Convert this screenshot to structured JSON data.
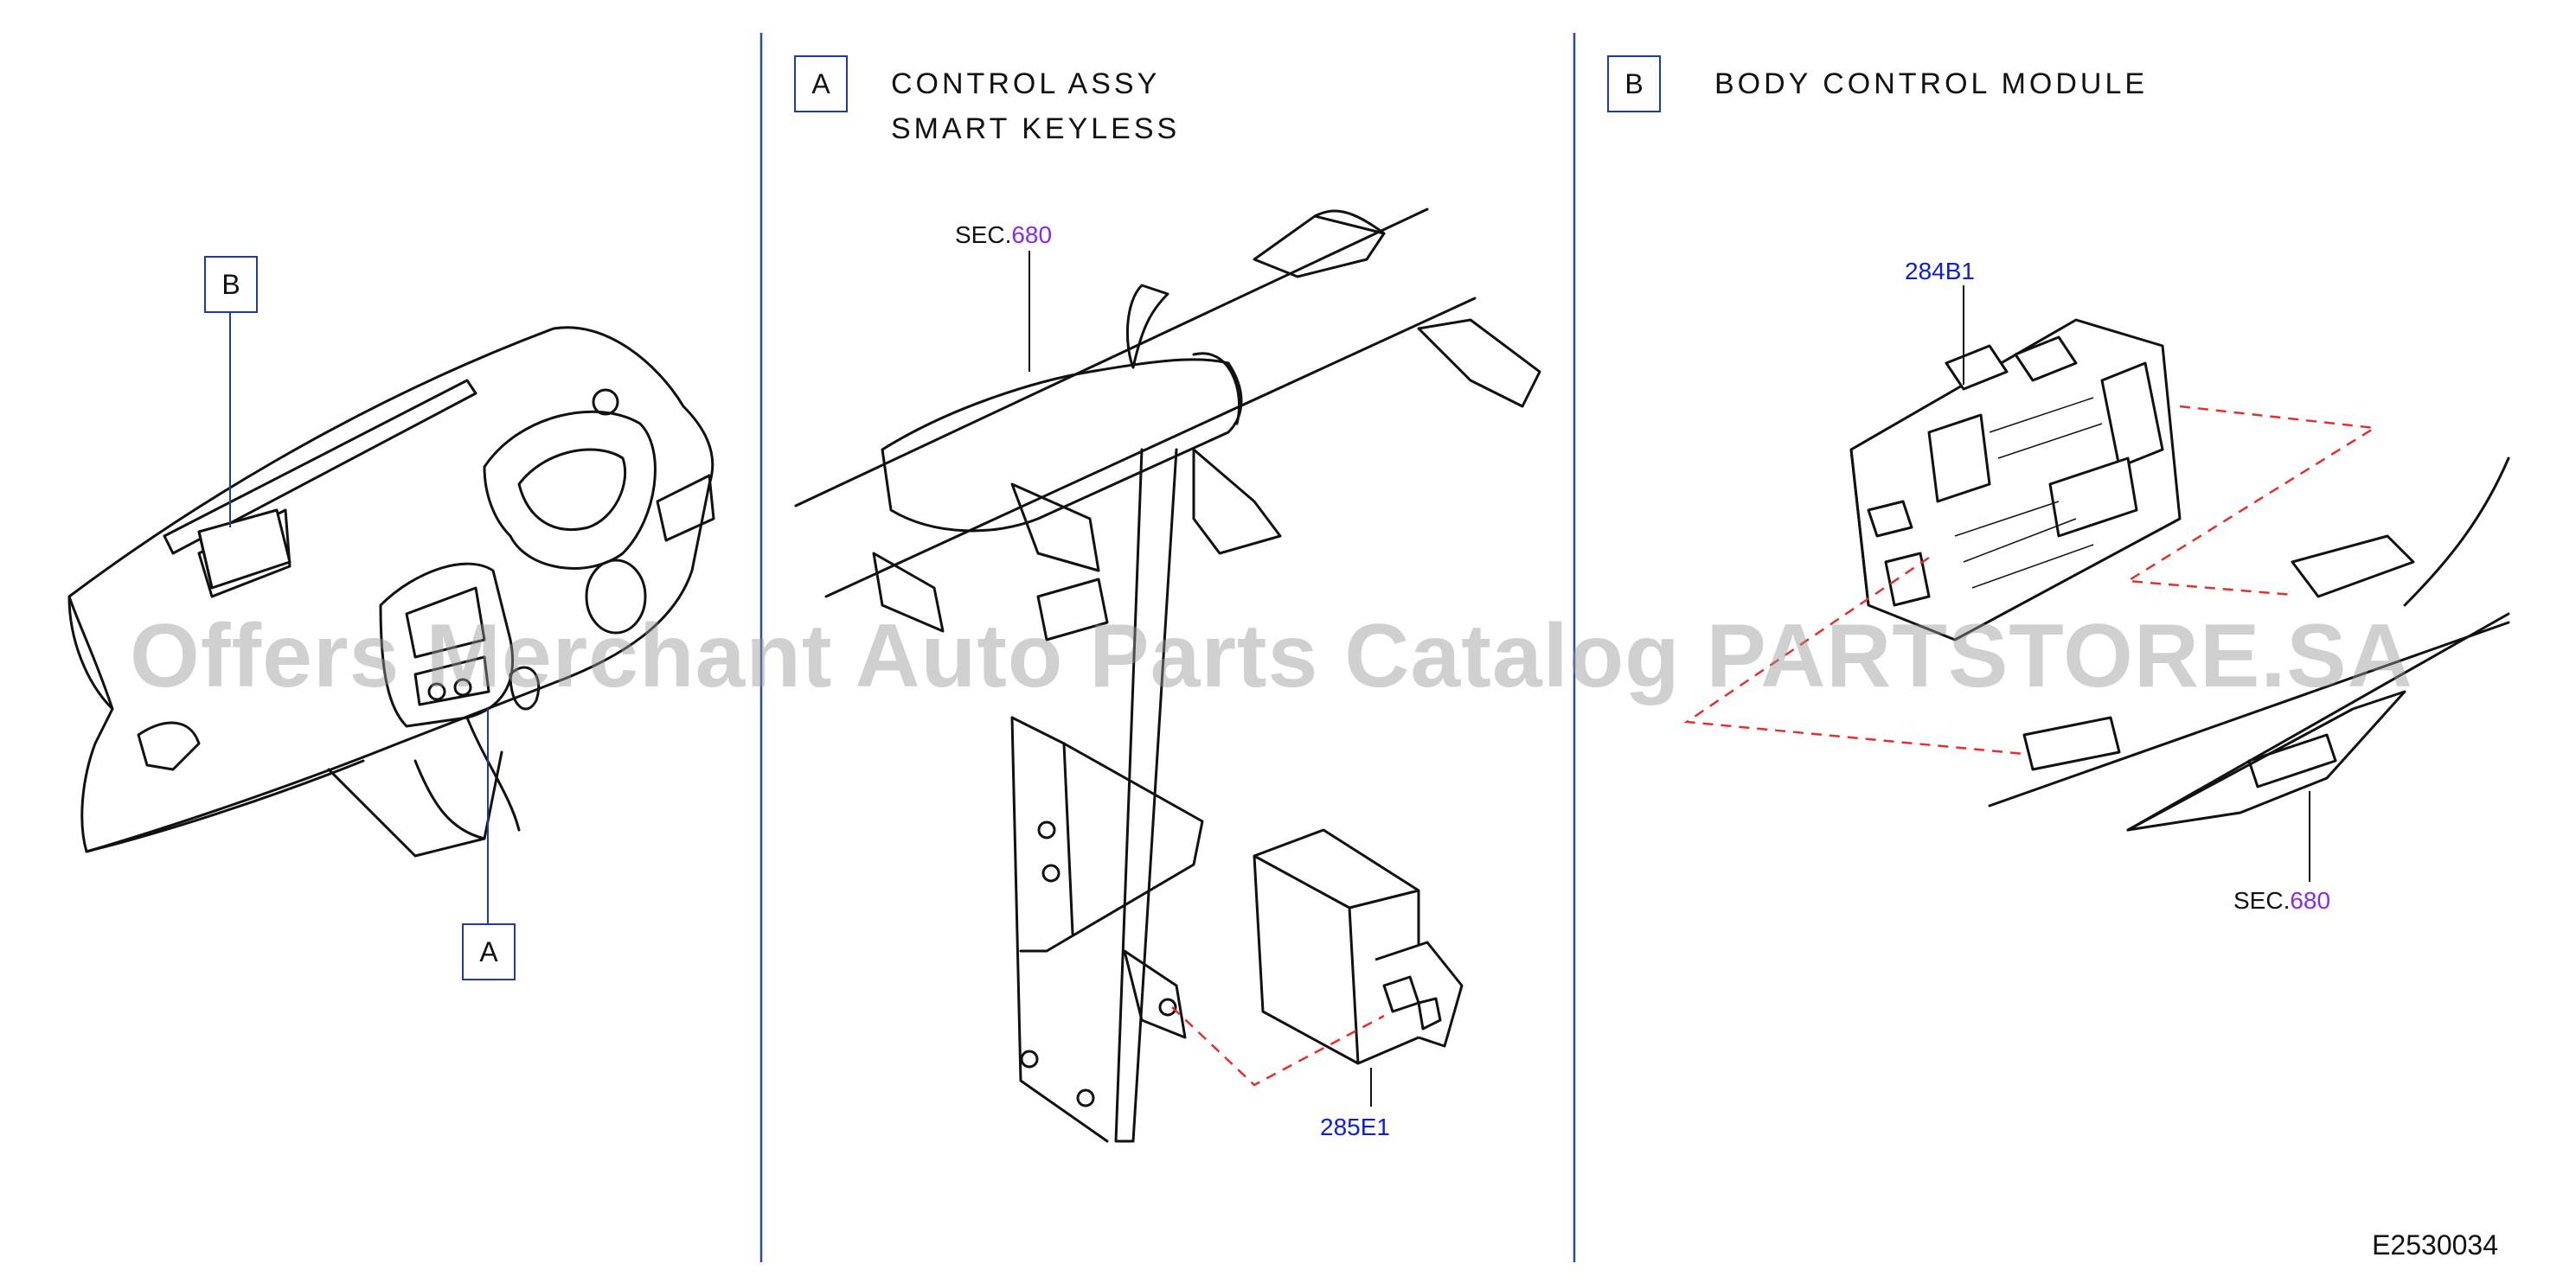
{
  "panels": {
    "a": {
      "key": "A",
      "title_line1": "CONTROL  ASSY",
      "title_line2": "SMART  KEYLESS"
    },
    "b": {
      "key": "B",
      "title": "BODY  CONTROL  MODULE"
    }
  },
  "overview": {
    "callout_a": "A",
    "callout_b": "B"
  },
  "parts": {
    "sec_a_prefix": "SEC.",
    "sec_a_num": "680",
    "part_285e1": "285E1",
    "part_284b1": "284B1",
    "sec_b_prefix": "SEC.",
    "sec_b_num": "680"
  },
  "watermark": "Offers Merchant Auto Parts Catalog PARTSTORE.SA",
  "figure_id": "E2530034",
  "colors": {
    "divider": "#2b4a9a",
    "part_number": "#1020d0",
    "section_number": "#8a2be2",
    "dashed": "#e03030",
    "line": "#111111"
  }
}
